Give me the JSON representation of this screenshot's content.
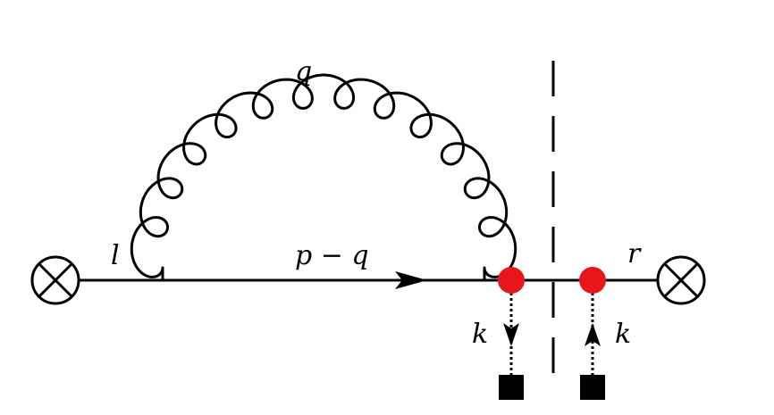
{
  "labels": {
    "gluon_momentum": "q",
    "left_momentum": "l",
    "internal_momentum": "p − q",
    "right_momentum": "r",
    "left_k": "k",
    "right_k": "k"
  },
  "colors": {
    "line": "#000000",
    "vertex": "#e8151b",
    "source": "#000000"
  },
  "icons": {
    "left_end": "otimes-icon",
    "right_end": "otimes-icon",
    "source": "black-square-icon"
  }
}
